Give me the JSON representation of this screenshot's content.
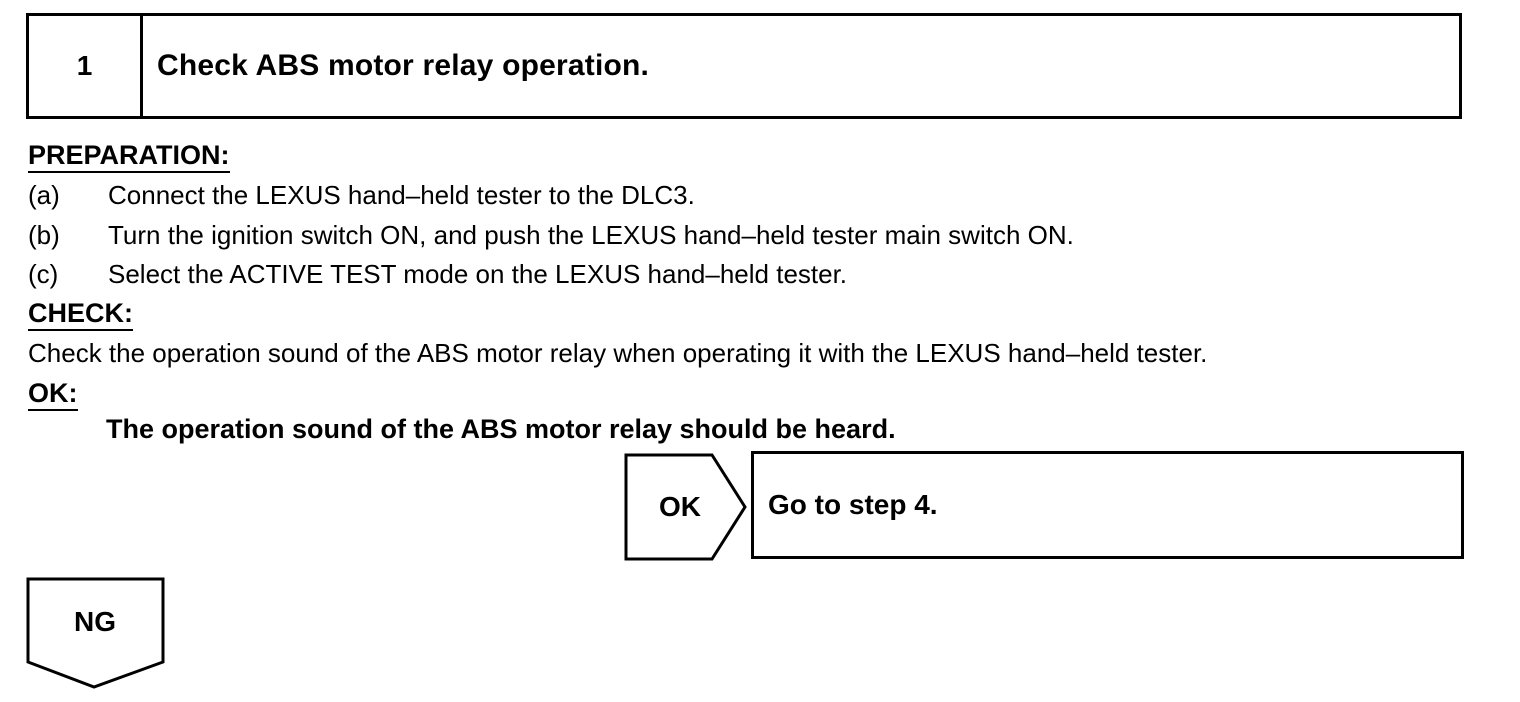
{
  "step": {
    "number": "1",
    "title": "Check ABS motor relay operation."
  },
  "preparation": {
    "heading": "PREPARATION:",
    "items": [
      {
        "letter": "(a)",
        "text": "Connect the LEXUS hand–held tester to the DLC3."
      },
      {
        "letter": "(b)",
        "text": "Turn the ignition switch ON, and push the LEXUS hand–held tester main switch ON."
      },
      {
        "letter": "(c)",
        "text": "Select the ACTIVE TEST mode on the LEXUS hand–held tester."
      }
    ]
  },
  "check": {
    "heading": "CHECK:",
    "text": "Check the operation sound of the ABS motor relay when operating it with the LEXUS hand–held tester."
  },
  "ok": {
    "heading": "OK:",
    "text": "The operation sound of the ABS motor relay should be heard."
  },
  "flow": {
    "ok_label": "OK",
    "ok_action": "Go to step 4.",
    "ng_label": "NG"
  }
}
